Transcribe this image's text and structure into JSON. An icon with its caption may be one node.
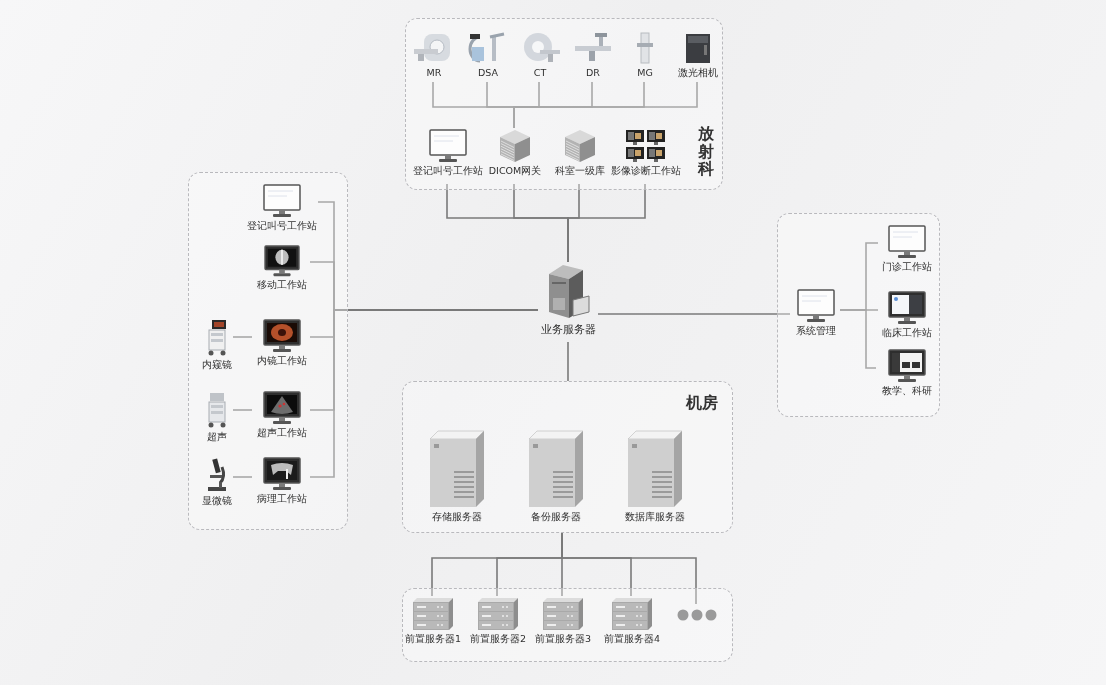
{
  "diagram": {
    "nodes": [
      {
        "text": [
          "放射科"
        ]
      },
      {
        "text": [
          "MR"
        ],
        "in": 0
      },
      {
        "text": [
          "DSA"
        ],
        "in": 0
      },
      {
        "text": [
          "CT"
        ],
        "in": 0
      },
      {
        "text": [
          "DR"
        ],
        "in": 0
      },
      {
        "text": [
          "MG"
        ],
        "in": 0
      },
      {
        "text": [
          "激光相机"
        ],
        "in": 0
      },
      {
        "text": [
          "登记叫号工作站"
        ],
        "in": 0
      },
      {
        "text": [
          "DICOM网关"
        ],
        "in": 0
      },
      {
        "text": [
          "科室一级库"
        ],
        "in": 0
      },
      {
        "text": [
          "影像诊断工作站"
        ],
        "in": 0
      },
      {
        "text": [],
        "shape": "box"
      },
      {
        "text": [
          "登记叫号工作站"
        ],
        "in": 11
      },
      {
        "text": [
          "移动工作站"
        ],
        "in": 11
      },
      {
        "text": [
          "内窥镜"
        ],
        "in": 11
      },
      {
        "text": [
          "内镜工作站"
        ],
        "in": 11
      },
      {
        "text": [
          "超声"
        ],
        "in": 11
      },
      {
        "text": [
          "超声工作站"
        ],
        "in": 11
      },
      {
        "text": [
          "显微镜"
        ],
        "in": 11
      },
      {
        "text": [
          "病理工作站"
        ],
        "in": 11
      },
      {
        "text": [
          "业务服务器"
        ]
      },
      {
        "text": [],
        "shape": "box"
      },
      {
        "text": [
          "系统管理"
        ],
        "in": 21
      },
      {
        "text": [
          "门诊工作站"
        ],
        "in": 21
      },
      {
        "text": [
          "临床工作站"
        ],
        "in": 21
      },
      {
        "text": [
          "教学、科研"
        ],
        "in": 21
      },
      {
        "text": [
          "机房"
        ]
      },
      {
        "text": [
          "存储服务器"
        ],
        "in": 26
      },
      {
        "text": [
          "备份服务器"
        ],
        "in": 26
      },
      {
        "text": [
          "数据库服务器"
        ],
        "in": 26
      },
      {
        "text": [],
        "shape": "box"
      },
      {
        "text": [
          "前置服务器1"
        ],
        "in": 30
      },
      {
        "text": [
          "前置服务器2"
        ],
        "in": 30
      },
      {
        "text": [
          "前置服务器3"
        ],
        "in": 30
      },
      {
        "text": [
          "前置服务器4"
        ],
        "in": 30
      },
      {
        "text": [],
        "shape": "circle",
        "in": 30
      }
    ],
    "edges": [
      {
        "from": 1,
        "to": 8,
        "arrow": "none"
      },
      {
        "from": 2,
        "to": 8,
        "arrow": "none"
      },
      {
        "from": 3,
        "to": 8,
        "arrow": "none"
      },
      {
        "from": 4,
        "to": 8,
        "arrow": "none"
      },
      {
        "from": 5,
        "to": 8,
        "arrow": "none"
      },
      {
        "from": 6,
        "to": 8,
        "arrow": "none"
      },
      {
        "from": 7,
        "to": 20,
        "arrow": "none"
      },
      {
        "from": 8,
        "to": 20,
        "arrow": "none"
      },
      {
        "from": 9,
        "to": 20,
        "arrow": "none"
      },
      {
        "from": 10,
        "to": 20,
        "arrow": "none"
      },
      {
        "from": 14,
        "to": 15,
        "arrow": "none"
      },
      {
        "from": 16,
        "to": 17,
        "arrow": "none"
      },
      {
        "from": 18,
        "to": 19,
        "arrow": "none"
      },
      {
        "from": 12,
        "to": 20,
        "arrow": "none"
      },
      {
        "from": 13,
        "to": 20,
        "arrow": "none"
      },
      {
        "from": 15,
        "to": 20,
        "arrow": "none"
      },
      {
        "from": 17,
        "to": 20,
        "arrow": "none"
      },
      {
        "from": 19,
        "to": 20,
        "arrow": "none"
      },
      {
        "from": 20,
        "to": 22,
        "arrow": "none"
      },
      {
        "from": 22,
        "to": 23,
        "arrow": "none"
      },
      {
        "from": 22,
        "to": 24,
        "arrow": "none"
      },
      {
        "from": 22,
        "to": 25,
        "arrow": "none"
      },
      {
        "from": 20,
        "to": 26,
        "arrow": "none"
      },
      {
        "from": 26,
        "to": 31,
        "arrow": "none"
      },
      {
        "from": 26,
        "to": 32,
        "arrow": "none"
      },
      {
        "from": 26,
        "to": 33,
        "arrow": "none"
      },
      {
        "from": 26,
        "to": 34,
        "arrow": "none"
      },
      {
        "from": 26,
        "to": 35,
        "arrow": "none"
      }
    ]
  }
}
